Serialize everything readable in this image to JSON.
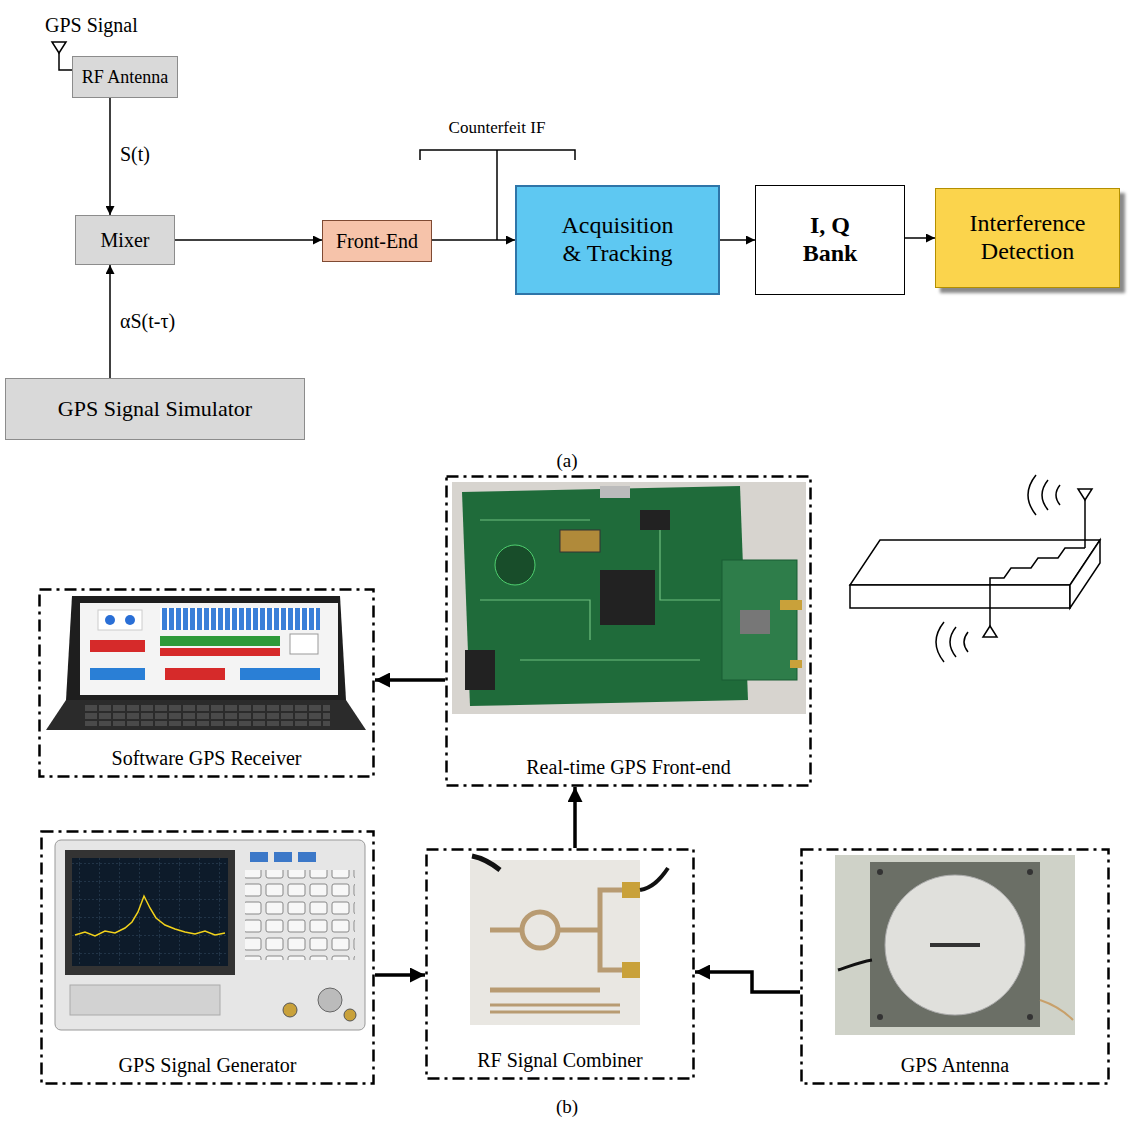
{
  "diagram": {
    "nodes": [
      {
        "text": [
          "RF Antenna"
        ]
      },
      {
        "text": [
          "Mixer"
        ]
      },
      {
        "text": [
          "Front-End"
        ]
      },
      {
        "text": [
          "Acquisition & Tracking"
        ]
      },
      {
        "text": [
          "I, Q Bank"
        ]
      },
      {
        "text": [
          "Interference Detection"
        ]
      },
      {
        "text": [
          "GPS Signal Simulator"
        ]
      },
      {
        "text": [
          "Software GPS Receiver"
        ]
      },
      {
        "text": [
          "Real-time GPS Front-end"
        ]
      },
      {
        "text": [
          "GPS Signal Generator"
        ]
      },
      {
        "text": [
          "RF Signal Combiner"
        ]
      },
      {
        "text": [
          "GPS Antenna"
        ]
      }
    ],
    "edges": [
      {
        "from": 0,
        "to": 1,
        "arrow": "to",
        "label": "S(t)"
      },
      {
        "from": 1,
        "to": 2,
        "arrow": "to"
      },
      {
        "from": 2,
        "to": 3,
        "arrow": "to"
      },
      {
        "from": 3,
        "to": 4,
        "arrow": "to"
      },
      {
        "from": 4,
        "to": 5,
        "arrow": "to"
      },
      {
        "from": 6,
        "to": 1,
        "arrow": "to",
        "label": "αS(t-τ)"
      },
      {
        "from": 8,
        "to": 7,
        "arrow": "to"
      },
      {
        "from": 9,
        "to": 10,
        "arrow": "to"
      },
      {
        "from": 11,
        "to": 10,
        "arrow": "to"
      },
      {
        "from": 10,
        "to": 8,
        "arrow": "to"
      }
    ],
    "labels": [
      "GPS Signal",
      "Counterfeit IF",
      "(a)",
      "(b)"
    ]
  }
}
